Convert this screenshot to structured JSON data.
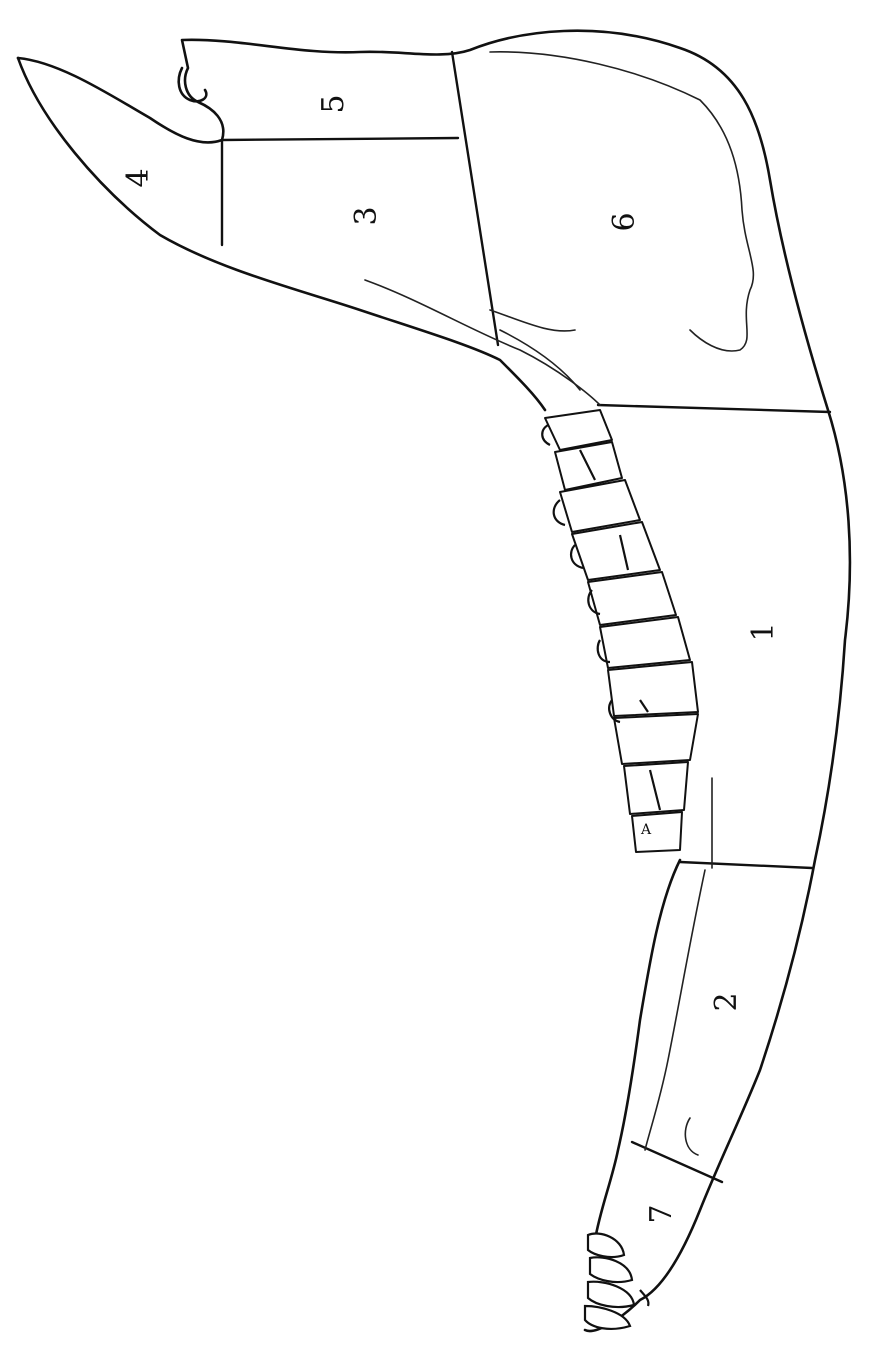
{
  "figure": {
    "regions": [
      {
        "id": "region-1",
        "label": "1"
      },
      {
        "id": "region-2",
        "label": "2"
      },
      {
        "id": "region-3",
        "label": "3"
      },
      {
        "id": "region-4",
        "label": "4"
      },
      {
        "id": "region-5",
        "label": "5"
      },
      {
        "id": "region-6",
        "label": "6"
      },
      {
        "id": "region-7",
        "label": "7"
      }
    ]
  }
}
